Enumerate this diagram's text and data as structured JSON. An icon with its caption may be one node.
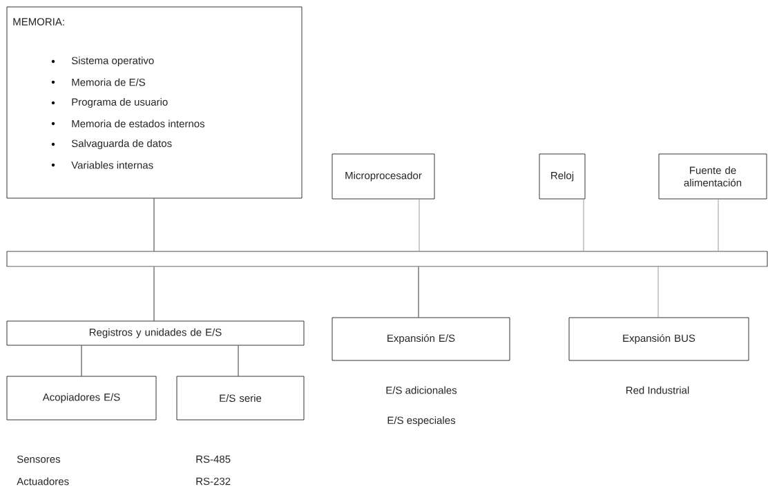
{
  "diagram": {
    "nodes": [
      {
        "text": [
          "MEMORIA:",
          "Sistema operativo",
          "Memoria de E/S",
          "Programa de usuario",
          "Memoria de estados internos",
          "Salvaguarda de datos",
          "Variables internas"
        ]
      },
      {
        "text": [
          "Microprocesador"
        ]
      },
      {
        "text": [
          "Reloj"
        ]
      },
      {
        "text": [
          "Fuente de alimentación"
        ]
      },
      {
        "text": [],
        "shape": "bar"
      },
      {
        "text": [
          "Registros y unidades de E/S"
        ]
      },
      {
        "text": [
          "Expansión E/S"
        ],
        "beside": [
          "E/S adicionales",
          "E/S especiales"
        ]
      },
      {
        "text": [
          "Expansión BUS"
        ],
        "beside": [
          "Red Industrial"
        ]
      },
      {
        "text": [
          "Acopiadores E/S"
        ],
        "beside": [
          "Sensores",
          "Actuadores"
        ]
      },
      {
        "text": [
          "E/S serie"
        ],
        "beside": [
          "RS-485",
          "RS-232"
        ]
      }
    ],
    "edges": [
      {
        "from": 0,
        "to": 4,
        "arrow": "none"
      },
      {
        "from": 1,
        "to": 4,
        "arrow": "none",
        "color": "#808080"
      },
      {
        "from": 2,
        "to": 4,
        "arrow": "none",
        "color": "#808080"
      },
      {
        "from": 3,
        "to": 4,
        "arrow": "none",
        "color": "#808080"
      },
      {
        "from": 4,
        "to": 5,
        "arrow": "none"
      },
      {
        "from": 4,
        "to": 6,
        "arrow": "none"
      },
      {
        "from": 4,
        "to": 7,
        "arrow": "none",
        "color": "#808080"
      },
      {
        "from": 5,
        "to": 8,
        "arrow": "none"
      },
      {
        "from": 5,
        "to": 9,
        "arrow": "none"
      }
    ]
  }
}
